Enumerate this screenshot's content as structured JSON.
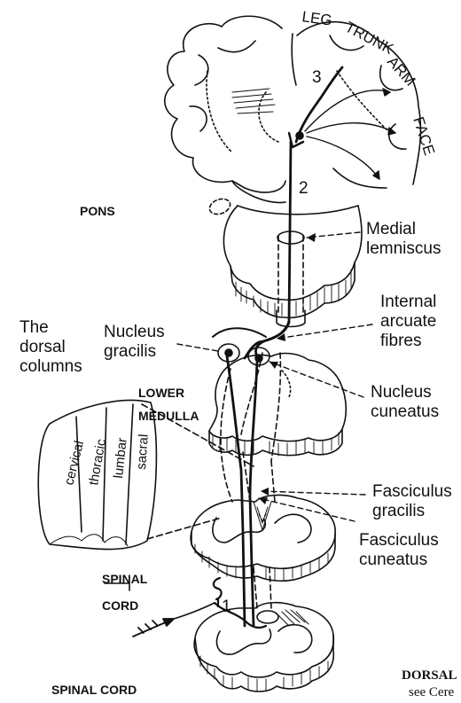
{
  "cortex_regions": [
    "LEG",
    "TRUNK",
    "ARM",
    "FACE"
  ],
  "neuron_numbers": [
    "1",
    "2",
    "3"
  ],
  "section_labels": {
    "pons": "PONS",
    "lower_medulla": "LOWER\nMEDULLA",
    "spinal_cord_arrow": "SPINAL\nCORD",
    "spinal_cord_bottom": "SPINAL CORD"
  },
  "callouts": {
    "medial_lemniscus": "Medial\nlemniscus",
    "internal_arcuate_fibres": "Internal\narcuate\nfibres",
    "nucleus_gracilis": "Nucleus\ngracilis",
    "nucleus_cuneatus": "Nucleus\ncuneatus",
    "fasciculus_gracilis": "Fasciculus\ngracilis",
    "fasciculus_cuneatus": "Fasciculus\ncuneatus",
    "dorsal_columns": "The\ndorsal\ncolumns"
  },
  "dorsal_column_segments": [
    "cervical",
    "thoracic",
    "lumbar",
    "sacral"
  ],
  "footer": {
    "heading_fragment": "DORSAL",
    "text_fragment": "see Cere"
  }
}
